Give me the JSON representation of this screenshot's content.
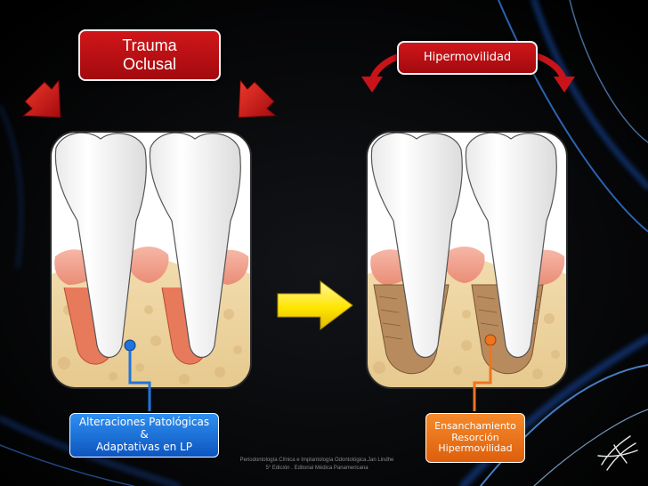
{
  "labels": {
    "trauma": [
      "Trauma",
      "Oclusal"
    ],
    "hipermovilidad": "Hipermovilidad",
    "alteraciones": [
      "Alteraciones Patológicas &",
      "Adaptativas en LP"
    ],
    "ensanchamiento": [
      "Ensanchamiento",
      "Resorción",
      "Hipermovilidad"
    ]
  },
  "credit": {
    "line1": "Periodontología Clínica e Implantología Odontológica.Jan Lindhe",
    "line2": "5° Edición . Editorial Médica Panamericana"
  },
  "colors": {
    "background": "#000000",
    "glow": "#2f7fff",
    "trauma_box": "#c8131a",
    "alteraciones_box": "#1f74dd",
    "ensanchamiento_box": "#ee7420",
    "arrow_red": "#c8131a",
    "arrow_yellow": "#ffe500",
    "pointer_left": "#1f74dd",
    "pointer_right": "#ee7420"
  },
  "icons": [
    "red-arrow-icon",
    "yellow-arrow-icon",
    "curved-arrow-icon",
    "signature-icon"
  ]
}
